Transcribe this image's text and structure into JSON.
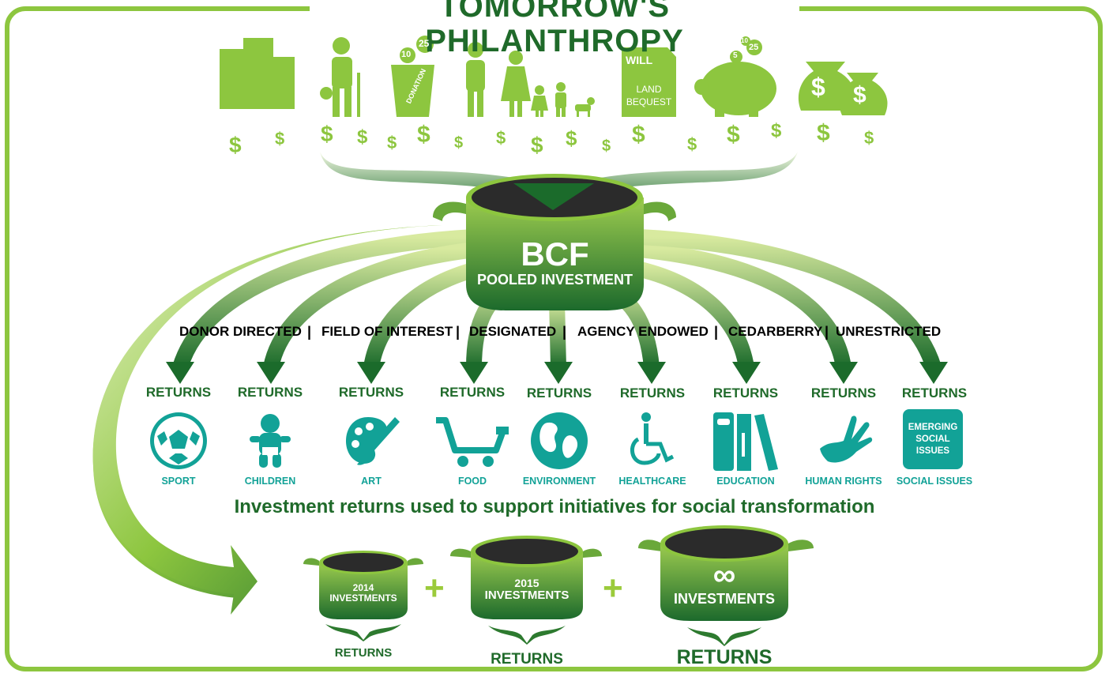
{
  "title": "TOMORROW'S PHILANTHROPY",
  "donor_icons": {
    "donation_bucket_text": "DONATION",
    "bucket_coin_10": "10",
    "bucket_coin_25": "25",
    "will_title": "WILL",
    "will_line1": "LAND",
    "will_line2": "BEQUEST",
    "pig_coin_5": "5",
    "pig_coin_10": "10",
    "pig_coin_25": "25",
    "dollar": "$"
  },
  "pot": {
    "name": "BCF",
    "subtitle": "POOLED INVESTMENT"
  },
  "fund_types": [
    "DONOR DIRECTED",
    "FIELD OF INTEREST",
    "DESIGNATED",
    "AGENCY ENDOWED",
    "CEDARBERRY",
    "UNRESTRICTED"
  ],
  "separator": "|",
  "returns_label": "RETURNS",
  "causes": [
    "SPORT",
    "CHILDREN",
    "ART",
    "FOOD",
    "ENVIRONMENT",
    "HEALTHCARE",
    "EDUCATION",
    "HUMAN RIGHTS",
    "SOCIAL ISSUES"
  ],
  "emerging_box": [
    "EMERGING",
    "SOCIAL",
    "ISSUES"
  ],
  "tagline": "Investment returns used to support initiatives for social transformation",
  "future_pots": [
    {
      "line1": "2014",
      "line2": "INVESTMENTS"
    },
    {
      "line1": "2015",
      "line2": "INVESTMENTS"
    },
    {
      "line1": "∞",
      "line2": "INVESTMENTS"
    }
  ],
  "plus": "+",
  "colors": {
    "light_green": "#8dc63f",
    "dark_green": "#1f6a2a",
    "teal": "#12a297",
    "pot_top": "#2b2b2b"
  }
}
